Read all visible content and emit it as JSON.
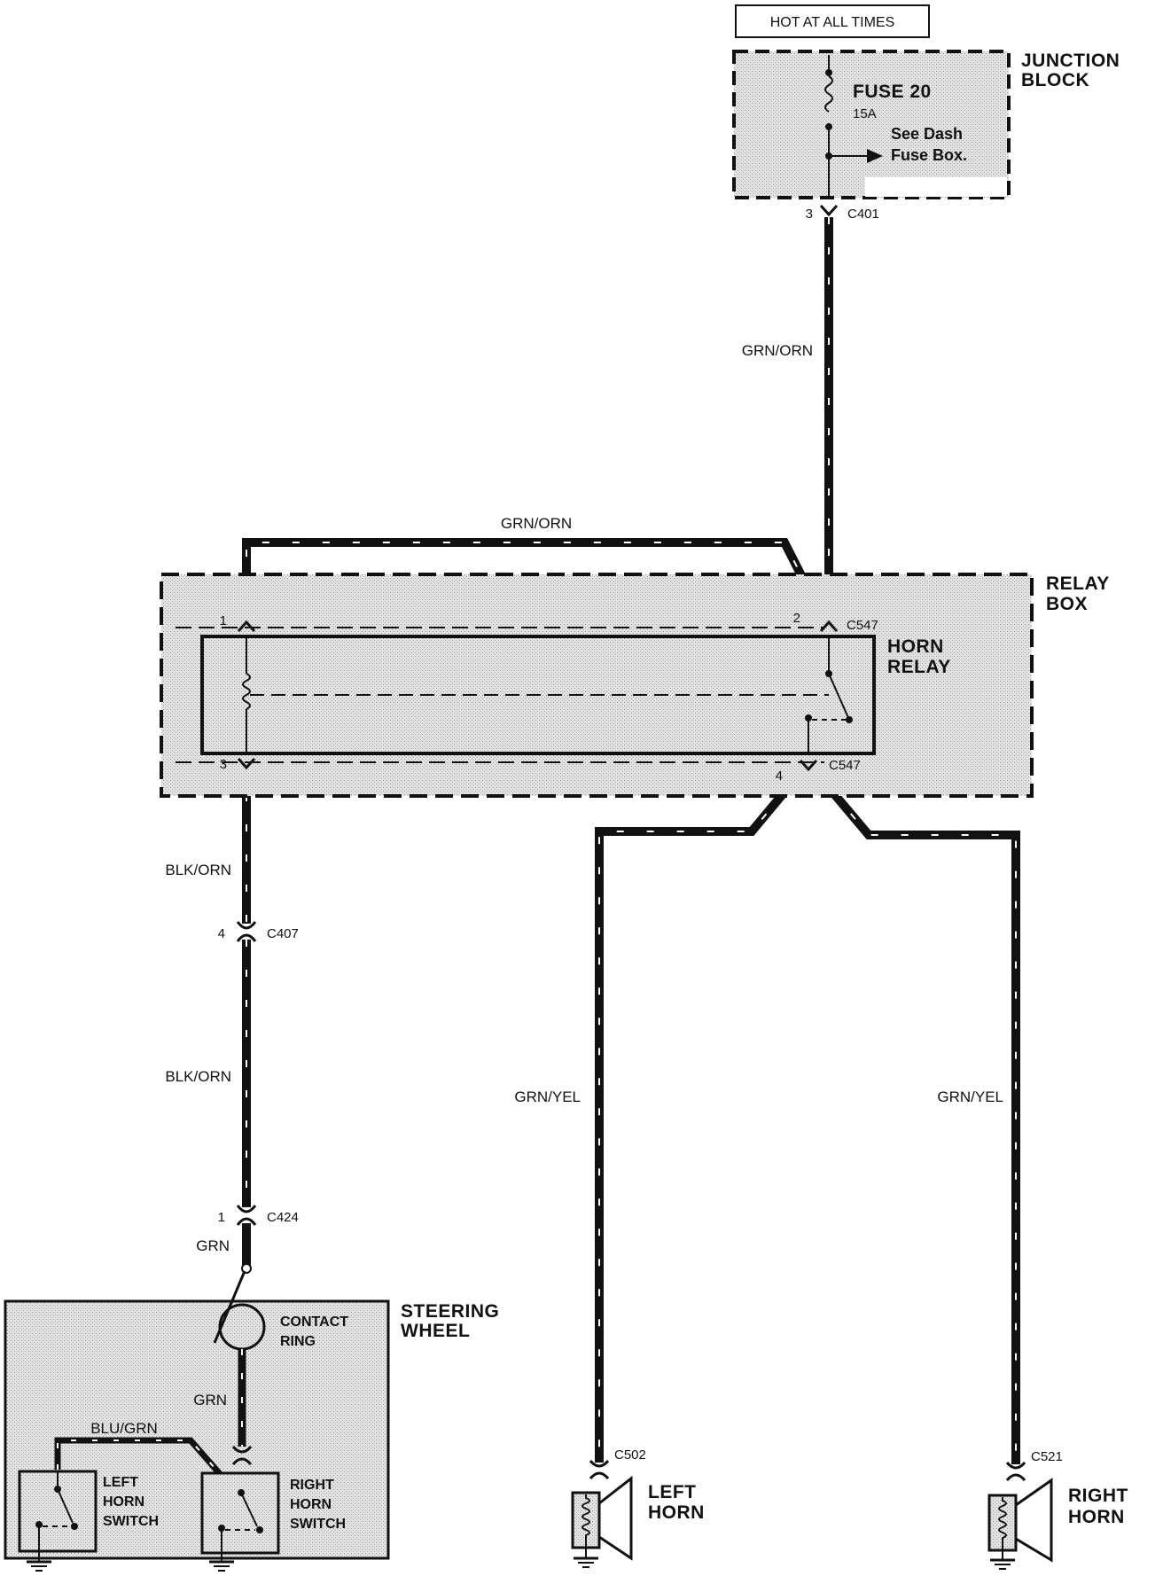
{
  "source": {
    "hot_label": "HOT AT ALL TIMES"
  },
  "junction_block": {
    "title_line1": "JUNCTION",
    "title_line2": "BLOCK",
    "fuse_name": "FUSE 20",
    "fuse_rating": "15A",
    "note_line1": "See Dash",
    "note_line2": "Fuse Box."
  },
  "connectors": {
    "c401": {
      "id": "C401",
      "pin": "3"
    },
    "c547_top": {
      "id": "C547",
      "pin_left": "1",
      "pin_right": "2"
    },
    "c547_bottom": {
      "id": "C547",
      "pin_left": "3",
      "pin_right": "4"
    },
    "c407": {
      "id": "C407",
      "pin": "4"
    },
    "c424": {
      "id": "C424",
      "pin": "1"
    },
    "c502": {
      "id": "C502"
    },
    "c521": {
      "id": "C521"
    }
  },
  "wires": {
    "feed": "GRN/ORN",
    "relay_loop": "GRN/ORN",
    "switch_upper": "BLK/ORN",
    "switch_lower": "BLK/ORN",
    "steering_in": "GRN",
    "steering_inner": "GRN",
    "switch_link": "BLU/GRN",
    "left_horn": "GRN/YEL",
    "right_horn": "GRN/YEL"
  },
  "relay_box": {
    "title_line1": "RELAY",
    "title_line2": "BOX",
    "relay_line1": "HORN",
    "relay_line2": "RELAY"
  },
  "steering_wheel": {
    "title_line1": "STEERING",
    "title_line2": "WHEEL",
    "contact_line1": "CONTACT",
    "contact_line2": "RING",
    "left_switch_line1": "LEFT",
    "left_switch_line2": "HORN",
    "left_switch_line3": "SWITCH",
    "right_switch_line1": "RIGHT",
    "right_switch_line2": "HORN",
    "right_switch_line3": "SWITCH"
  },
  "horns": {
    "left_line1": "LEFT",
    "left_line2": "HORN",
    "right_line1": "RIGHT",
    "right_line2": "HORN"
  },
  "colors": {
    "ink": "#111111",
    "shade": "#d9d9d9"
  }
}
